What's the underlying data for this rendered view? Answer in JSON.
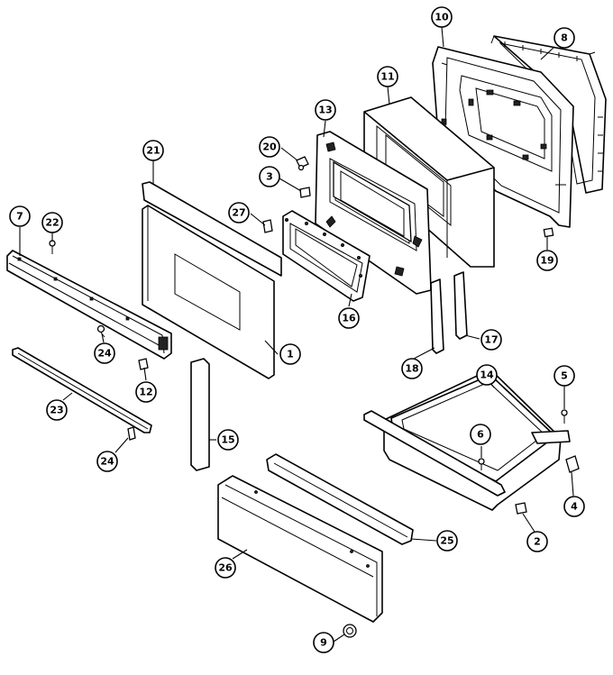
{
  "colors": {
    "line": "#000000",
    "background": "#ffffff"
  },
  "callouts": [
    {
      "label": "1",
      "part": "oven-door-glass-panel"
    },
    {
      "label": "2",
      "part": "drawer-roller"
    },
    {
      "label": "3",
      "part": "door-clip"
    },
    {
      "label": "4",
      "part": "drawer-stop"
    },
    {
      "label": "5",
      "part": "drawer-screw"
    },
    {
      "label": "6",
      "part": "drawer-pan-screw"
    },
    {
      "label": "7",
      "part": "door-handle-trim"
    },
    {
      "label": "8",
      "part": "door-gasket-panel"
    },
    {
      "label": "9",
      "part": "drawer-bumper"
    },
    {
      "label": "10",
      "part": "inner-door-panel"
    },
    {
      "label": "11",
      "part": "door-insulation-box"
    },
    {
      "label": "12",
      "part": "handle-clip"
    },
    {
      "label": "13",
      "part": "door-liner"
    },
    {
      "label": "14",
      "part": "drawer-pan"
    },
    {
      "label": "15",
      "part": "door-side-trim"
    },
    {
      "label": "16",
      "part": "window-frame"
    },
    {
      "label": "17",
      "part": "door-channel-right"
    },
    {
      "label": "18",
      "part": "door-channel-left"
    },
    {
      "label": "19",
      "part": "hinge-clip"
    },
    {
      "label": "20",
      "part": "door-stop-clip"
    },
    {
      "label": "21",
      "part": "door-top-trim"
    },
    {
      "label": "22",
      "part": "handle-screw"
    },
    {
      "label": "23",
      "part": "lower-door-trim"
    },
    {
      "label": "24",
      "part": "trim-screw"
    },
    {
      "label": "25",
      "part": "drawer-rail-cover"
    },
    {
      "label": "26",
      "part": "drawer-front-panel"
    },
    {
      "label": "27",
      "part": "door-spacer-clip"
    }
  ]
}
